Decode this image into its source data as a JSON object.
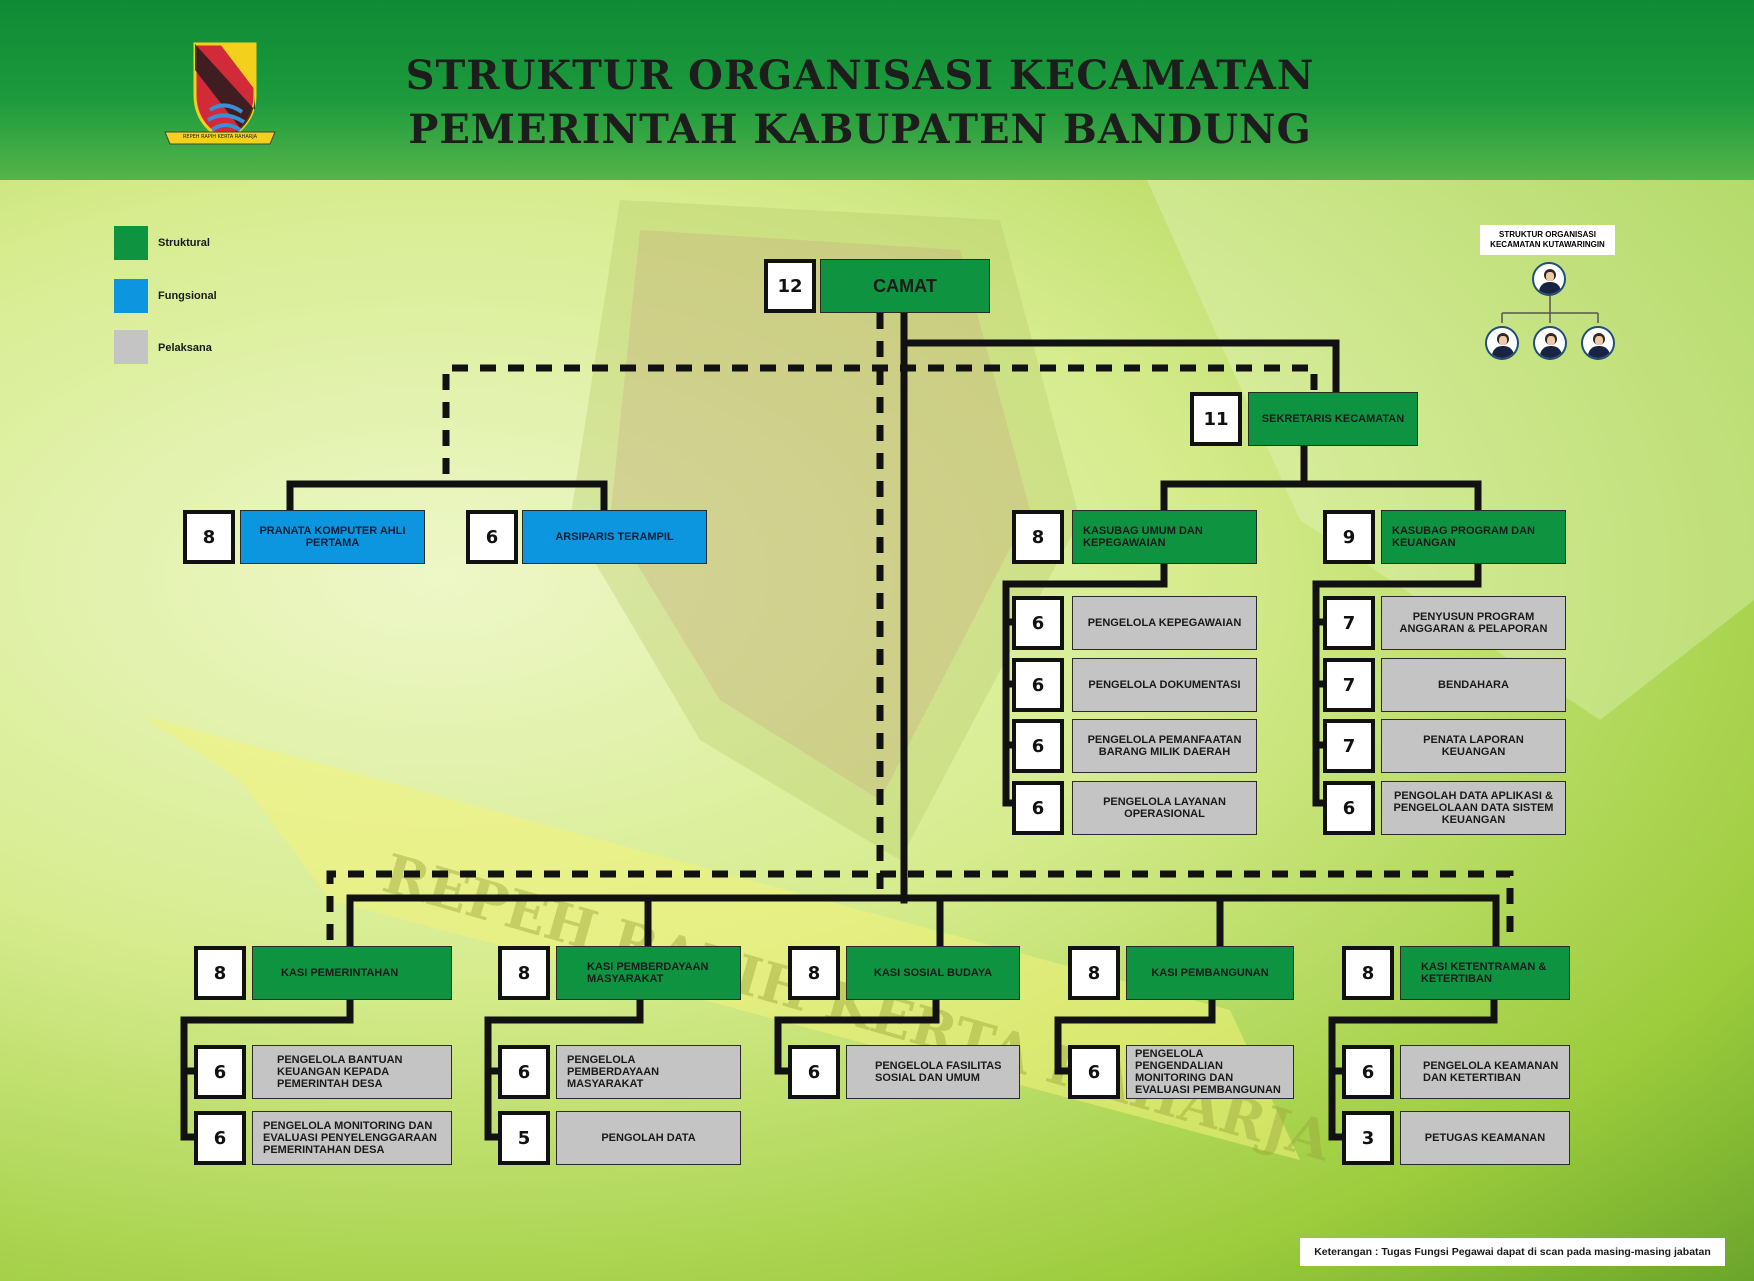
{
  "header": {
    "title_line1": "STRUKTUR ORGANISASI KECAMATAN",
    "title_line2": "PEMERINTAH KABUPATEN BANDUNG",
    "logo_motto": "REPEH RAPIH KERTA RAHARJA"
  },
  "watermark_text": "REPEH RAPIH KERTA RAHARJA",
  "legend": [
    {
      "label": "Struktural",
      "color": "#0e9341"
    },
    {
      "label": "Fungsional",
      "color": "#0d96e0"
    },
    {
      "label": "Pelaksana",
      "color": "#c4c4c4"
    }
  ],
  "mini_chart": {
    "title": "STRUKTUR ORGANISASI KECAMATAN KUTAWARINGIN"
  },
  "nodes": {
    "camat": {
      "count": "12",
      "label": "CAMAT"
    },
    "sekcam": {
      "count": "11",
      "label": "SEKRETARIS KECAMATAN"
    },
    "pranata": {
      "count": "8",
      "label": "PRANATA KOMPUTER AHLI PERTAMA"
    },
    "arsiparis": {
      "count": "6",
      "label": "ARSIPARIS TERAMPIL"
    },
    "kasubag_umum": {
      "count": "8",
      "label": "KASUBAG UMUM DAN KEPEGAWAIAN"
    },
    "kasubag_prog": {
      "count": "9",
      "label": "KASUBAG PROGRAM DAN KEUANGAN"
    },
    "umum_1": {
      "count": "6",
      "label": "PENGELOLA KEPEGAWAIAN"
    },
    "umum_2": {
      "count": "6",
      "label": "PENGELOLA DOKUMENTASI"
    },
    "umum_3": {
      "count": "6",
      "label": "PENGELOLA PEMANFAATAN BARANG MILIK DAERAH"
    },
    "umum_4": {
      "count": "6",
      "label": "PENGELOLA LAYANAN OPERASIONAL"
    },
    "prog_1": {
      "count": "7",
      "label": "PENYUSUN PROGRAM ANGGARAN & PELAPORAN"
    },
    "prog_2": {
      "count": "7",
      "label": "BENDAHARA"
    },
    "prog_3": {
      "count": "7",
      "label": "PENATA LAPORAN KEUANGAN"
    },
    "prog_4": {
      "count": "6",
      "label": "PENGOLAH DATA APLIKASI & PENGELOLAAN DATA SISTEM KEUANGAN"
    },
    "kasi_pem": {
      "count": "8",
      "label": "KASI PEMERINTAHAN"
    },
    "kasi_pemb": {
      "count": "8",
      "label": "KASI PEMBERDAYAAN MASYARAKAT"
    },
    "kasi_sos": {
      "count": "8",
      "label": "KASI SOSIAL BUDAYA"
    },
    "kasi_bang": {
      "count": "8",
      "label": "KASI PEMBANGUNAN"
    },
    "kasi_trantib": {
      "count": "8",
      "label": "KASI KETENTRAMAN & KETERTIBAN"
    },
    "pem_1": {
      "count": "6",
      "label": "PENGELOLA BANTUAN KEUANGAN KEPADA PEMERINTAH DESA"
    },
    "pem_2": {
      "count": "6",
      "label": "PENGELOLA MONITORING DAN EVALUASI PENYELENGGARAAN PEMERINTAHAN DESA"
    },
    "pemb_1": {
      "count": "6",
      "label": "PENGELOLA PEMBERDAYAAN MASYARAKAT"
    },
    "pemb_2": {
      "count": "5",
      "label": "PENGOLAH DATA"
    },
    "sos_1": {
      "count": "6",
      "label": "PENGELOLA FASILITAS SOSIAL DAN UMUM"
    },
    "bang_1": {
      "count": "6",
      "label": "PENGELOLA PENGENDALIAN MONITORING DAN EVALUASI PEMBANGUNAN"
    },
    "trantib_1": {
      "count": "6",
      "label": "PENGELOLA KEAMANAN DAN KETERTIBAN"
    },
    "trantib_2": {
      "count": "3",
      "label": "PETUGAS KEAMANAN"
    }
  },
  "footnote": "Keterangan : Tugas Fungsi Pegawai dapat di scan pada masing-masing jabatan"
}
